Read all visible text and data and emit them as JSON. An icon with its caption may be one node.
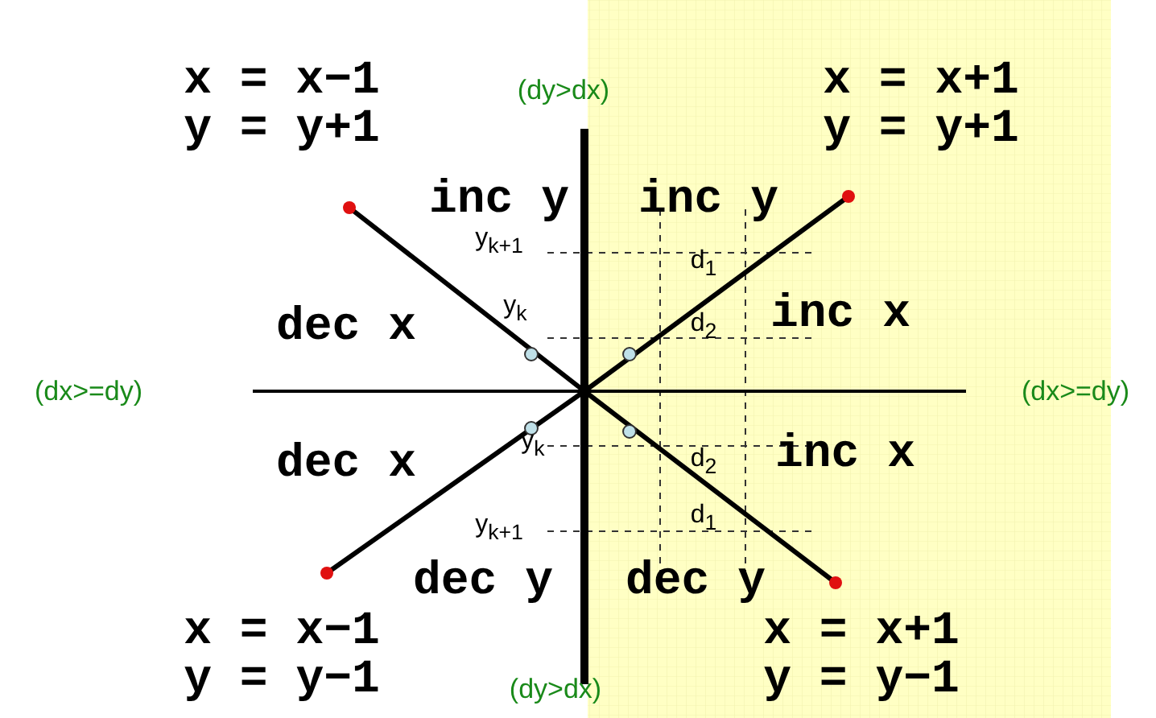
{
  "diagram": {
    "labels": [
      "x = x−1",
      "y = y+1",
      "(dy>dx)",
      "x = x+1",
      "y = y+1",
      "inc y",
      "inc y",
      "y$_{k+1}$",
      "d$_{1}$",
      "dec x",
      "y$_{k}$",
      "d$_{2}$",
      "inc x",
      "(dx>=dy)",
      "(dx>=dy)",
      "dec x",
      "y$_{k}$",
      "d$_{2}$",
      "inc x",
      "y$_{k+1}$",
      "d$_{1}$",
      "dec y",
      "dec y",
      "x = x−1",
      "y = y−1",
      "x = x+1",
      "y = y−1",
      "(dy>dx)"
    ]
  }
}
